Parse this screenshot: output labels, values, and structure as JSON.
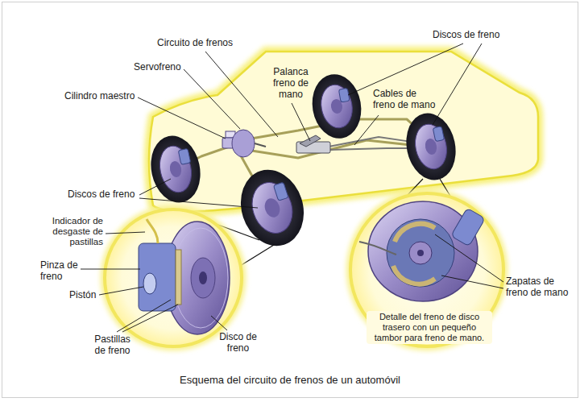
{
  "diagram": {
    "caption": "Esquema del circuito de frenos de un automóvil",
    "labels": [
      "Circuito de frenos",
      "Discos de freno",
      "Servofreno",
      "Palanca freno de mano",
      "Cilindro maestro",
      "Cables de freno de mano",
      "Discos de freno",
      "Indicador de desgaste de pastillas",
      "Pinza de freno",
      "Pistón",
      "Pastillas de freno",
      "Disco de freno",
      "Zapatas de freno de mano",
      "Detalle del freno de disco trasero con un pequeño tambor para freno de mano."
    ]
  }
}
